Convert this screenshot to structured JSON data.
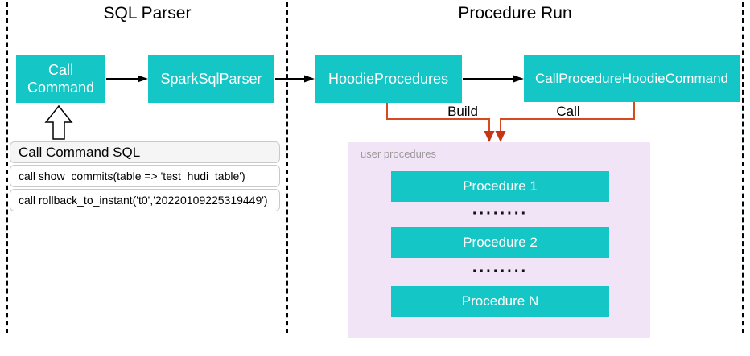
{
  "diagram": {
    "sections": {
      "left_title": "SQL Parser",
      "right_title": "Procedure Run"
    },
    "nodes": {
      "call_command": "Call Command",
      "spark_sql_parser": "SparkSqlParser",
      "hoodie_procedures": "HoodieProcedures",
      "call_procedure_hoodie_command": "CallProcedureHoodieCommand"
    },
    "edge_labels": {
      "build": "Build",
      "call": "Call"
    },
    "user_procedures": {
      "label": "user procedures",
      "items": [
        "Procedure 1",
        "Procedure 2",
        "Procedure N"
      ],
      "dots": "········"
    },
    "sql_table": {
      "header": "Call Command SQL",
      "rows": [
        "call show_commits(table => 'test_hudi_table')",
        "call rollback_to_instant('t0','20220109225319449')"
      ]
    },
    "colors": {
      "node_teal": "#14C6C6",
      "purple_bg": "#F2E4F7",
      "orange_line": "#D9481F",
      "orange_head": "#C53517",
      "arrow_black": "#000000"
    }
  }
}
